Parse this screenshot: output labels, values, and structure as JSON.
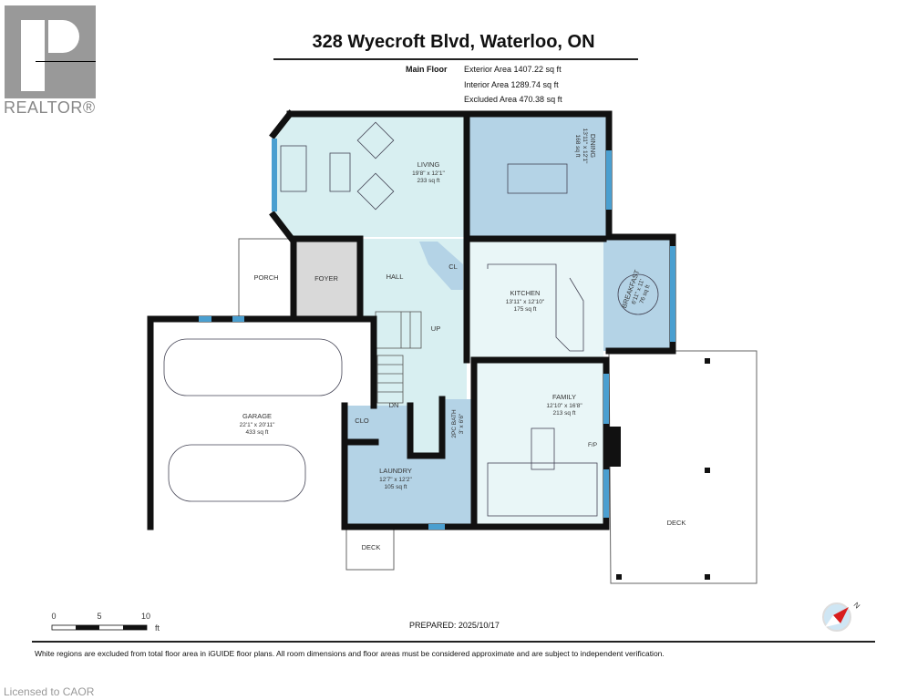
{
  "header": {
    "title": "328 Wyecroft Blvd, Waterloo, ON",
    "floor_label": "Main Floor",
    "exterior_area": "Exterior Area 1407.22 sq ft",
    "interior_area": "Interior Area 1289.74 sq ft",
    "excluded_area": "Excluded Area 470.38 sq ft"
  },
  "logo": {
    "text": "REALTOR®"
  },
  "rooms": {
    "living": {
      "name": "LIVING",
      "dims": "19'8\" x 12'1\"",
      "area": "233 sq ft"
    },
    "dining": {
      "name": "DINING",
      "dims": "13'11\" x 12'1\"",
      "area": "168 sq ft"
    },
    "kitchen": {
      "name": "KITCHEN",
      "dims": "13'11\" x 12'10\"",
      "area": "175 sq ft"
    },
    "breakfast": {
      "name": "BREAKFAST",
      "dims": "6'11\" x 11'",
      "area": "76 sq ft"
    },
    "family": {
      "name": "FAMILY",
      "dims": "12'10\" x 16'8\"",
      "area": "213 sq ft"
    },
    "garage": {
      "name": "GARAGE",
      "dims": "22'1\" x 20'11\"",
      "area": "433 sq ft"
    },
    "laundry": {
      "name": "LAUNDRY",
      "dims": "12'7\" x 12'2\"",
      "area": "105 sq ft"
    },
    "bath": {
      "name": "2PC BATH",
      "dims": "3' x 6'6\""
    },
    "porch": {
      "name": "PORCH"
    },
    "foyer": {
      "name": "FOYER"
    },
    "hall": {
      "name": "HALL"
    },
    "cl": {
      "name": "CL"
    },
    "clo": {
      "name": "CLO"
    },
    "deck_main": {
      "name": "DECK"
    },
    "deck_small": {
      "name": "DECK"
    },
    "up": "UP",
    "dn": "DN",
    "fireplace": "F/P"
  },
  "scale": {
    "ticks": [
      "0",
      "5",
      "10"
    ],
    "unit": "ft"
  },
  "compass": {
    "label": "N"
  },
  "footer": {
    "prepared": "PREPARED: 2025/10/17",
    "disclaimer": "White regions are excluded from total floor area in iGUIDE floor plans. All room dimensions and floor areas must be considered approximate and are subject to independent verification.",
    "licensed": "Licensed to CAOR"
  },
  "colors": {
    "wall": "#111111",
    "window": "#4a9fd0",
    "room_blue": "#b4d3e6",
    "room_cyan": "#d8eff1",
    "room_light": "#e9f6f7",
    "foyer": "#d9d9d9"
  }
}
